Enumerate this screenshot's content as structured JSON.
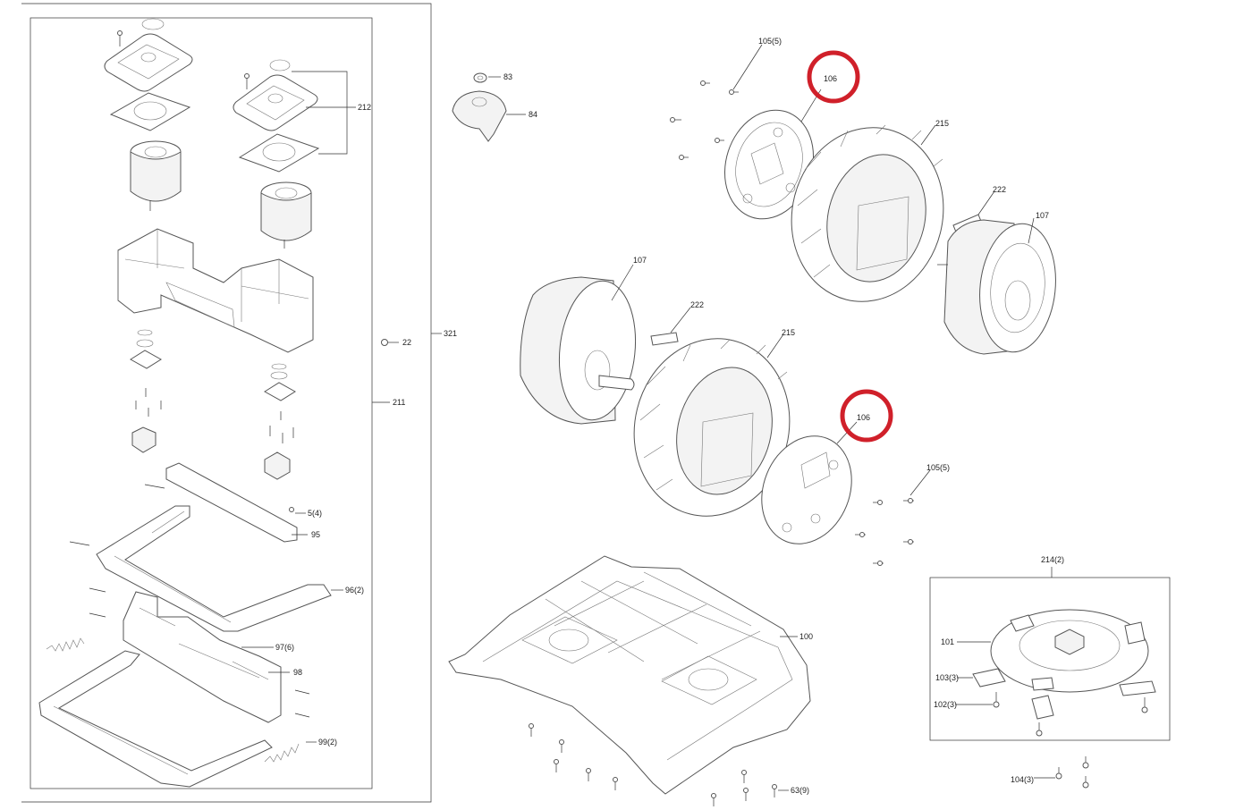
{
  "callouts": {
    "c83": "83",
    "c84": "84",
    "c105a": "105(5)",
    "c106a": "106",
    "c215a": "215",
    "c222a": "222",
    "c107a": "107",
    "c107b": "107",
    "c222b": "222",
    "c215b": "215",
    "c106b": "106",
    "c105b": "105(5)",
    "c212": "212",
    "c22": "22",
    "c321": "321",
    "c211": "211",
    "c54": "5(4)",
    "c95": "95",
    "c962": "96(2)",
    "c976": "97(6)",
    "c98": "98",
    "c992": "99(2)",
    "c100": "100",
    "c639": "63(9)",
    "c2142": "214(2)",
    "c101": "101",
    "c1033": "103(3)",
    "c1023": "102(3)",
    "c1043": "104(3)"
  }
}
